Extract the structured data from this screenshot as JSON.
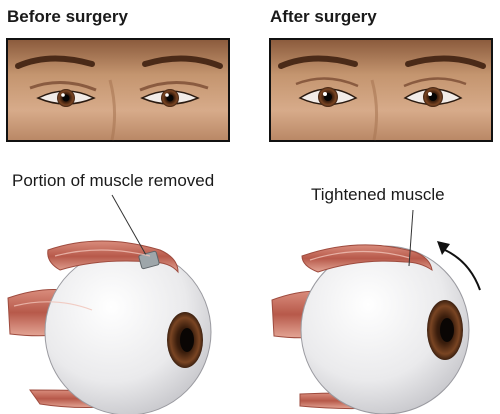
{
  "panels": {
    "before": {
      "title": "Before surgery"
    },
    "after": {
      "title": "After surgery"
    }
  },
  "labels": {
    "removed": "Portion of muscle removed",
    "tightened": "Tightened muscle"
  },
  "colors": {
    "skin": "#c99b7a",
    "muscle": "#c7776a",
    "muscle_light": "#e7b3a7",
    "iris": "#6b3a1e",
    "sclera": "#eeeeef",
    "frame": "#111111"
  }
}
